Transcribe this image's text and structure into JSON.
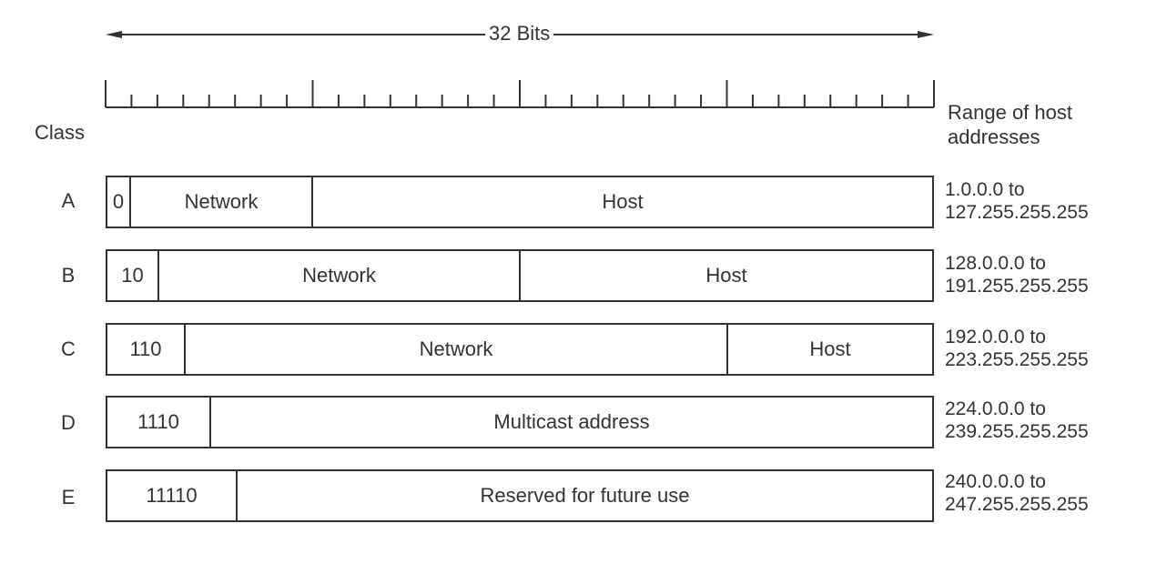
{
  "diagram": {
    "width_label": "32 Bits",
    "class_header": "Class",
    "range_header_line1": "Range of host",
    "range_header_line2": "addresses",
    "rows": [
      {
        "class": "A",
        "segments": [
          "0",
          "Network",
          "Host"
        ],
        "range_start": "1.0.0.0 to",
        "range_end": "127.255.255.255"
      },
      {
        "class": "B",
        "segments": [
          "10",
          "Network",
          "Host"
        ],
        "range_start": "128.0.0.0 to",
        "range_end": "191.255.255.255"
      },
      {
        "class": "C",
        "segments": [
          "110",
          "Network",
          "Host"
        ],
        "range_start": "192.0.0.0 to",
        "range_end": "223.255.255.255"
      },
      {
        "class": "D",
        "segments": [
          "1110",
          "Multicast address"
        ],
        "range_start": "224.0.0.0 to",
        "range_end": "239.255.255.255"
      },
      {
        "class": "E",
        "segments": [
          "11110",
          "Reserved for future use"
        ],
        "range_start": "240.0.0.0 to",
        "range_end": "247.255.255.255"
      }
    ]
  }
}
